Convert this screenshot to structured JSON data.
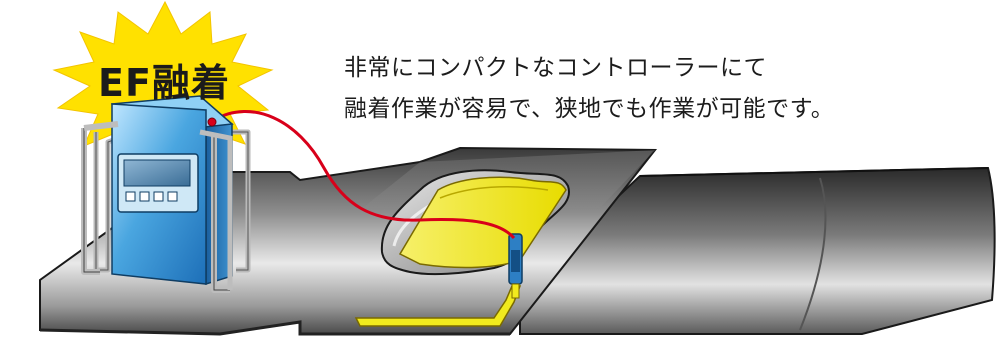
{
  "badge": {
    "text": "EF融着"
  },
  "caption": {
    "line1": "非常にコンパクトなコントローラーにて",
    "line2": "融着作業が容易で、狭地でも作業が可能です。"
  },
  "colors": {
    "burst": "#ffe100",
    "cable": "#d8001a",
    "saddle_fitting": "#f1ea1e",
    "controller_body": "#4aa6e0",
    "pipe_dark": "#2e2e2e",
    "pipe_light": "#e6e6e6"
  },
  "icons": [
    "starburst-icon",
    "controller-icon",
    "pipe-icon",
    "saddle-fitting-icon",
    "connector-plug-icon"
  ]
}
